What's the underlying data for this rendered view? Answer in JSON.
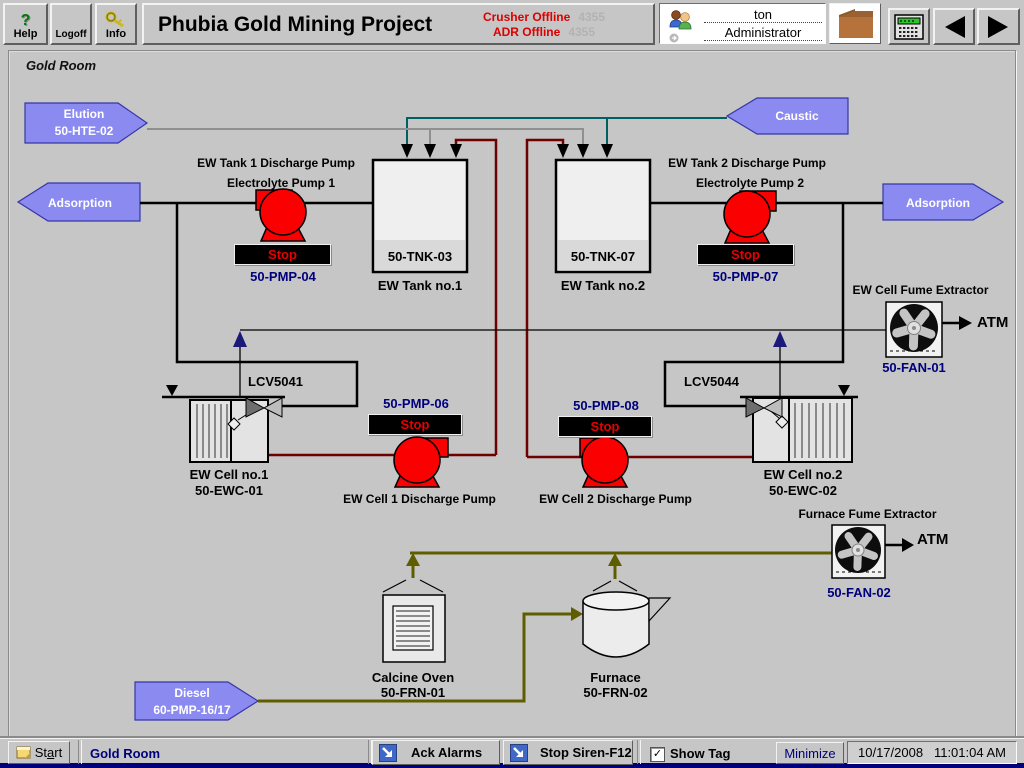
{
  "top_bar": {
    "help": "Help",
    "logoff": "Logoff",
    "info": "Info",
    "title": "Phubia Gold Mining Project",
    "alarm1": "Crusher Offline",
    "alarm1_ghost": "4355",
    "alarm2": "ADR Offline",
    "alarm2_ghost": "4355",
    "user_name": "ton",
    "user_role": "Administrator"
  },
  "icons": {
    "help_glyph": "?",
    "check": "✓"
  },
  "diagram": {
    "room": "Gold Room",
    "elution1": "Elution",
    "elution2": "50-HTE-02",
    "adsorption_left": "Adsorption",
    "caustic": "Caustic",
    "adsorption_right": "Adsorption",
    "diesel1": "Diesel",
    "diesel2": "60-PMP-16/17",
    "pump1_title": "EW Tank 1 Discharge Pump",
    "pump1_sub": "Electrolyte Pump 1",
    "pump1_state": "Stop",
    "pump1_tag": "50-PMP-04",
    "pump2_title": "EW Tank 2 Discharge Pump",
    "pump2_sub": "Electrolyte Pump 2",
    "pump2_state": "Stop",
    "pump2_tag": "50-PMP-07",
    "tank1_tag": "50-TNK-03",
    "tank1_name": "EW Tank no.1",
    "tank2_tag": "50-TNK-07",
    "tank2_name": "EW Tank no.2",
    "lcv1": "LCV5041",
    "lcv2": "LCV5044",
    "pump6_tag": "50-PMP-06",
    "pump6_state": "Stop",
    "pump6_name": "EW Cell 1 Discharge Pump",
    "pump8_tag": "50-PMP-08",
    "pump8_state": "Stop",
    "pump8_name": "EW Cell 2 Discharge Pump",
    "cell1_name": "EW Cell no.1",
    "cell1_tag": "50-EWC-01",
    "cell2_name": "EW Cell no.2",
    "cell2_tag": "50-EWC-02",
    "fan1_title": "EW Cell Fume Extractor",
    "fan1_tag": "50-FAN-01",
    "atm1": "ATM",
    "fan2_title": "Furnace Fume Extractor",
    "fan2_tag": "50-FAN-02",
    "atm2": "ATM",
    "oven_name": "Calcine Oven",
    "oven_tag": "50-FRN-01",
    "furnace_name": "Furnace",
    "furnace_tag": "50-FRN-02"
  },
  "bottom_bar": {
    "start_pre": "St",
    "start_u": "a",
    "start_post": "rt",
    "location": "Gold Room",
    "ack": "Ack Alarms",
    "siren": "Stop Siren-F12",
    "show_tag": "Show Tag",
    "minimize": "Minimize",
    "date": "10/17/2008",
    "time": "11:01:04 AM"
  },
  "colors": {
    "background": "#c6c6c6",
    "banner_blue": "#8a8af0",
    "pump_red": "#fb0000",
    "alarm_red": "#dd0000",
    "tag_navy": "#00007c",
    "caustic_line_teal": "#005f5f",
    "elution_line_gray": "#8f8f8f",
    "electrolyte_line_dark_red": "#6e0000",
    "fuel_line_olive": "#5e5e00"
  }
}
